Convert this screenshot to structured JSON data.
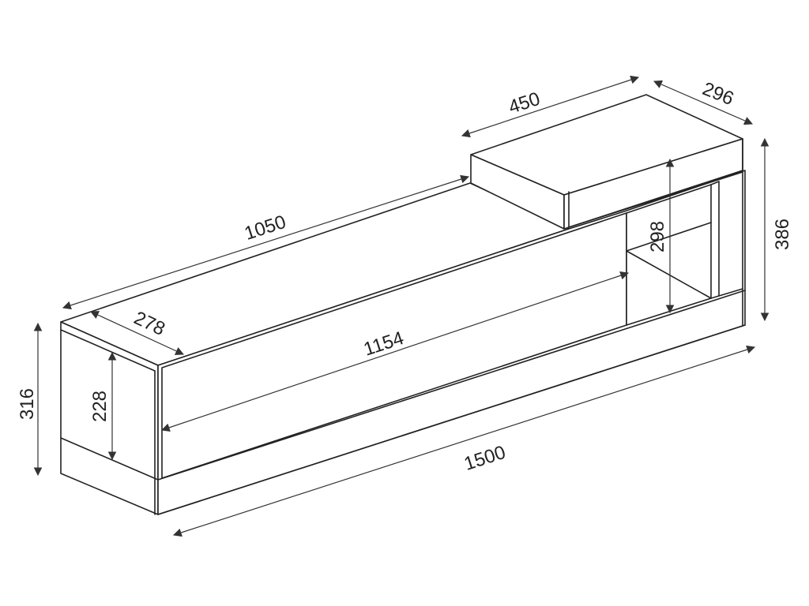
{
  "dimensions": {
    "total_width": "1500",
    "total_height": "316",
    "depth": "278",
    "inner_height": "228",
    "long_top": "1050",
    "front_length": "1154",
    "top_box_width": "450",
    "top_box_depth": "296",
    "right_height": "386",
    "niche_height": "298"
  },
  "colors": {
    "line": "#222222",
    "background": "#ffffff"
  }
}
